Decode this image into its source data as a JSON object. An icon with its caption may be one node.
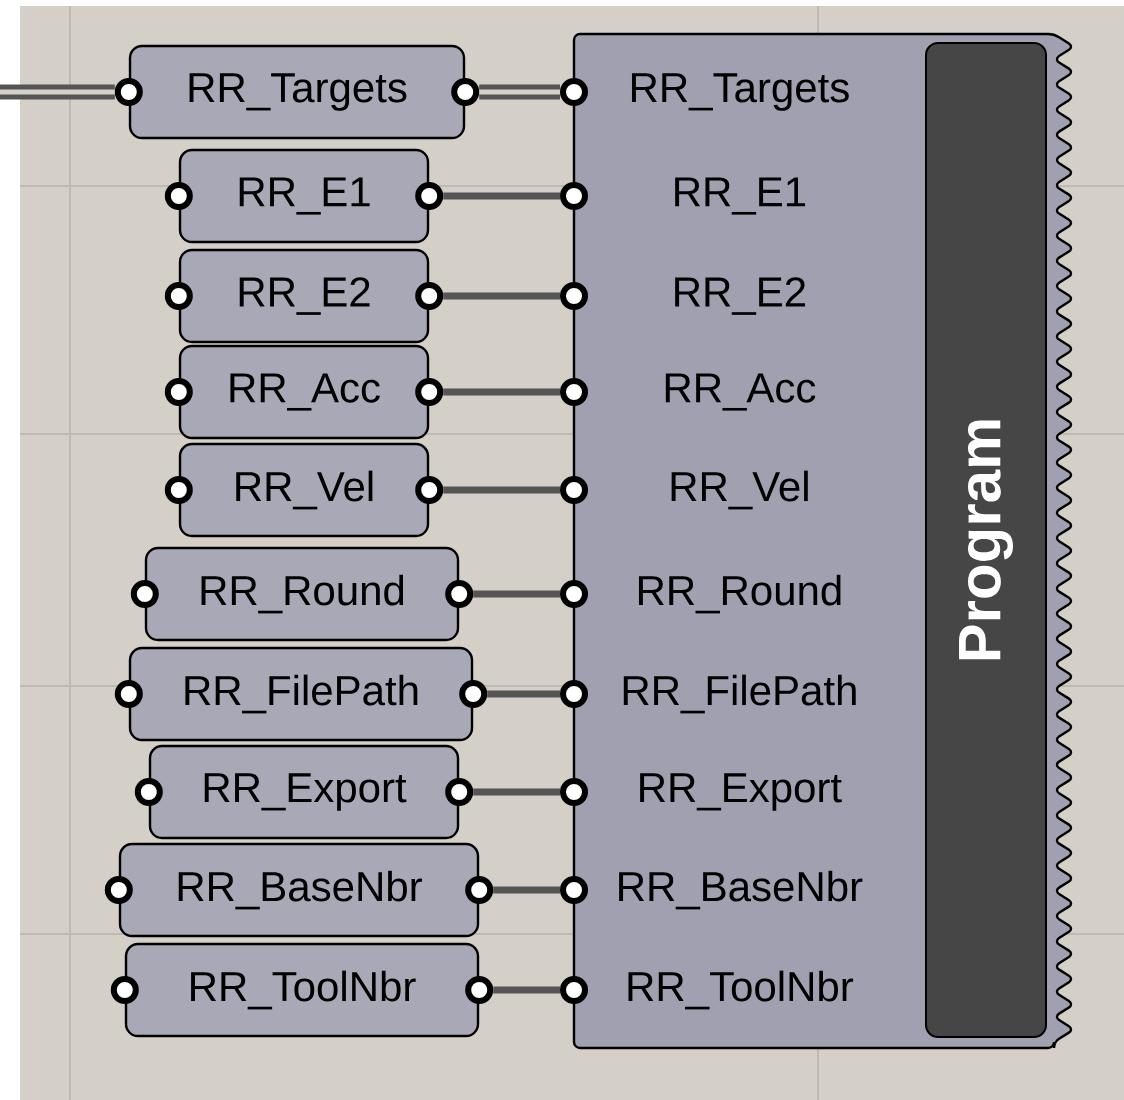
{
  "diagram": {
    "nodes": [
      {
        "text": [
          "RR_Targets"
        ]
      },
      {
        "text": [
          "RR_E1"
        ]
      },
      {
        "text": [
          "RR_E2"
        ]
      },
      {
        "text": [
          "RR_Acc"
        ]
      },
      {
        "text": [
          "RR_Vel"
        ]
      },
      {
        "text": [
          "RR_Round"
        ]
      },
      {
        "text": [
          "RR_FilePath"
        ]
      },
      {
        "text": [
          "RR_Export"
        ]
      },
      {
        "text": [
          "RR_BaseNbr"
        ]
      },
      {
        "text": [
          "RR_ToolNbr"
        ]
      },
      {
        "text": [
          "Program"
        ]
      },
      {
        "text": [
          "RR_Targets"
        ],
        "in": 10
      },
      {
        "text": [
          "RR_E1"
        ],
        "in": 10
      },
      {
        "text": [
          "RR_E2"
        ],
        "in": 10
      },
      {
        "text": [
          "RR_Acc"
        ],
        "in": 10
      },
      {
        "text": [
          "RR_Vel"
        ],
        "in": 10
      },
      {
        "text": [
          "RR_Round"
        ],
        "in": 10
      },
      {
        "text": [
          "RR_FilePath"
        ],
        "in": 10
      },
      {
        "text": [
          "RR_Export"
        ],
        "in": 10
      },
      {
        "text": [
          "RR_BaseNbr"
        ],
        "in": 10
      },
      {
        "text": [
          "RR_ToolNbr"
        ],
        "in": 10
      }
    ],
    "edges": [
      {
        "from": null,
        "to": 0,
        "arrow": "none",
        "style": "thick"
      },
      {
        "from": 0,
        "to": 11,
        "arrow": "none",
        "style": "thick"
      },
      {
        "from": 1,
        "to": 12,
        "arrow": "none"
      },
      {
        "from": 2,
        "to": 13,
        "arrow": "none"
      },
      {
        "from": 3,
        "to": 14,
        "arrow": "none"
      },
      {
        "from": 4,
        "to": 15,
        "arrow": "none"
      },
      {
        "from": 5,
        "to": 16,
        "arrow": "none"
      },
      {
        "from": 6,
        "to": 17,
        "arrow": "none"
      },
      {
        "from": 7,
        "to": 18,
        "arrow": "none"
      },
      {
        "from": 8,
        "to": 19,
        "arrow": "none"
      },
      {
        "from": 9,
        "to": 20,
        "arrow": "none"
      }
    ]
  }
}
